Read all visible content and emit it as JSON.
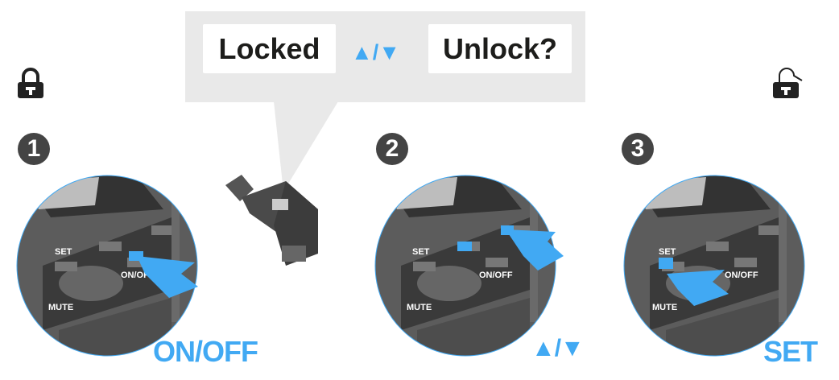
{
  "callout": {
    "status_text": "Locked",
    "keys_text": "▲/▼",
    "prompt_text": "Unlock?"
  },
  "steps": [
    {
      "number": "1",
      "button_label": "ON/OFF"
    },
    {
      "number": "2",
      "button_label": "▲/▼"
    },
    {
      "number": "3",
      "button_label": "SET"
    }
  ],
  "device_labels": {
    "set": "SET",
    "mute": "MUTE",
    "onoff": "ON/OFF"
  },
  "icons": {
    "start": "lock-closed-icon",
    "end": "lock-open-icon"
  },
  "colors": {
    "accent": "#41a9f3",
    "device": "#5a5a5a",
    "callout_bg": "#e9e9e9"
  }
}
